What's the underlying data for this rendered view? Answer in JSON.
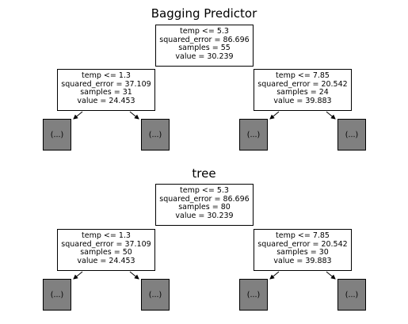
{
  "trees": [
    {
      "title": "Bagging Predictor",
      "root": {
        "cond": "temp <= 5.3",
        "error": "squared_error = 86.696",
        "samples": "samples = 55",
        "value": "value = 30.239"
      },
      "left": {
        "cond": "temp <= 1.3",
        "error": "squared_error = 37.109",
        "samples": "samples = 31",
        "value": "value = 24.453"
      },
      "right": {
        "cond": "temp <= 7.85",
        "error": "squared_error = 20.542",
        "samples": "samples = 24",
        "value": "value = 39.883"
      },
      "leaf_label": "(...)"
    },
    {
      "title": "tree",
      "root": {
        "cond": "temp <= 5.3",
        "error": "squared_error = 86.696",
        "samples": "samples = 80",
        "value": "value = 30.239"
      },
      "left": {
        "cond": "temp <= 1.3",
        "error": "squared_error = 37.109",
        "samples": "samples = 50",
        "value": "value = 24.453"
      },
      "right": {
        "cond": "temp <= 7.85",
        "error": "squared_error = 20.542",
        "samples": "samples = 30",
        "value": "value = 39.883"
      },
      "leaf_label": "(...)"
    }
  ]
}
